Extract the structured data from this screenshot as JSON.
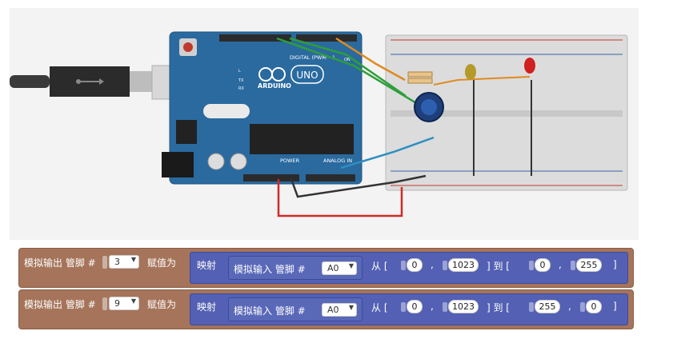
{
  "colors": {
    "arduino": "#2a6a9f",
    "block_brown": "#a5745a",
    "block_blue": "#5360b3"
  },
  "circuit": {
    "board_brand": "ARDUINO",
    "board_model": "UNO",
    "digital_label": "DIGITAL (PWM ~)",
    "power_label": "POWER",
    "analog_label": "ANALOG IN",
    "led_labels": [
      "L",
      "TX",
      "RX"
    ],
    "on_label": "ON",
    "usb_icon": "usb-icon"
  },
  "blocks": [
    {
      "action_label": "模拟输出 管脚 #",
      "pin": "3",
      "assign_label": "赋值为",
      "map_label": "映射",
      "ain_label": "模拟输入 管脚 #",
      "ain_pin": "A0",
      "from_label": "从 [",
      "from_low": "0",
      "sep1": ",",
      "from_high": "1023",
      "to_label": "] 到 [",
      "to_low": "0",
      "sep2": ",",
      "to_high": "255",
      "close": "]"
    },
    {
      "action_label": "模拟输出 管脚 #",
      "pin": "9",
      "assign_label": "赋值为",
      "map_label": "映射",
      "ain_label": "模拟输入 管脚 #",
      "ain_pin": "A0",
      "from_label": "从 [",
      "from_low": "0",
      "sep1": ",",
      "from_high": "1023",
      "to_label": "] 到 [",
      "to_low": "255",
      "sep2": ",",
      "to_high": "0",
      "close": "]"
    }
  ]
}
